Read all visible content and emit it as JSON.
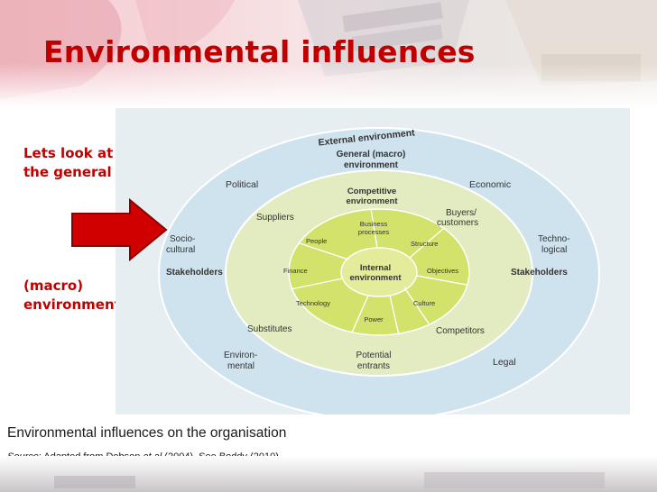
{
  "slide": {
    "title": "Environmental influences",
    "intro_text": "Lets look at the general",
    "macro_text": "(macro) environment",
    "caption": "Environmental influences on the organisation",
    "source": {
      "prefix": "Source",
      "text_a": ": Adapted from Dobson ",
      "emph": "et al.",
      "text_b": "(2004), See Boddy (2010)"
    }
  },
  "diagram": {
    "outer_ring_title": "External    environment",
    "general_title_line1": "General (macro)",
    "general_title_line2": "environment",
    "competitive_line1": "Competitive",
    "competitive_line2": "environment",
    "general_factors": {
      "political": "Political",
      "economic": "Economic",
      "socio_line1": "Socio-",
      "socio_line2": "cultural",
      "techno_line1": "Techno-",
      "techno_line2": "logical",
      "environ_line1": "Environ-",
      "environ_line2": "mental",
      "legal": "Legal"
    },
    "stakeholders_left": "Stakeholders",
    "stakeholders_right": "Stakeholders",
    "competitive_factors": {
      "suppliers": "Suppliers",
      "buyers_line1": "Buyers/",
      "buyers_line2": "customers",
      "substitutes": "Substitutes",
      "competitors": "Competitors",
      "entrants_line1": "Potential",
      "entrants_line2": "entrants"
    },
    "internal_line1": "Internal",
    "internal_line2": "environment",
    "internal_factors": {
      "business_line1": "Business",
      "business_line2": "processes",
      "structure": "Structure",
      "objectives": "Objectives",
      "culture": "Culture",
      "power": "Power",
      "technology": "Technology",
      "finance": "Finance",
      "people": "People"
    }
  },
  "colors": {
    "title_red": "#c00000",
    "arrow_red": "#d00000",
    "outer_fill": "#cfe3ef",
    "middle_fill": "#e2ecc0",
    "inner_fill": "#d2e26a"
  }
}
